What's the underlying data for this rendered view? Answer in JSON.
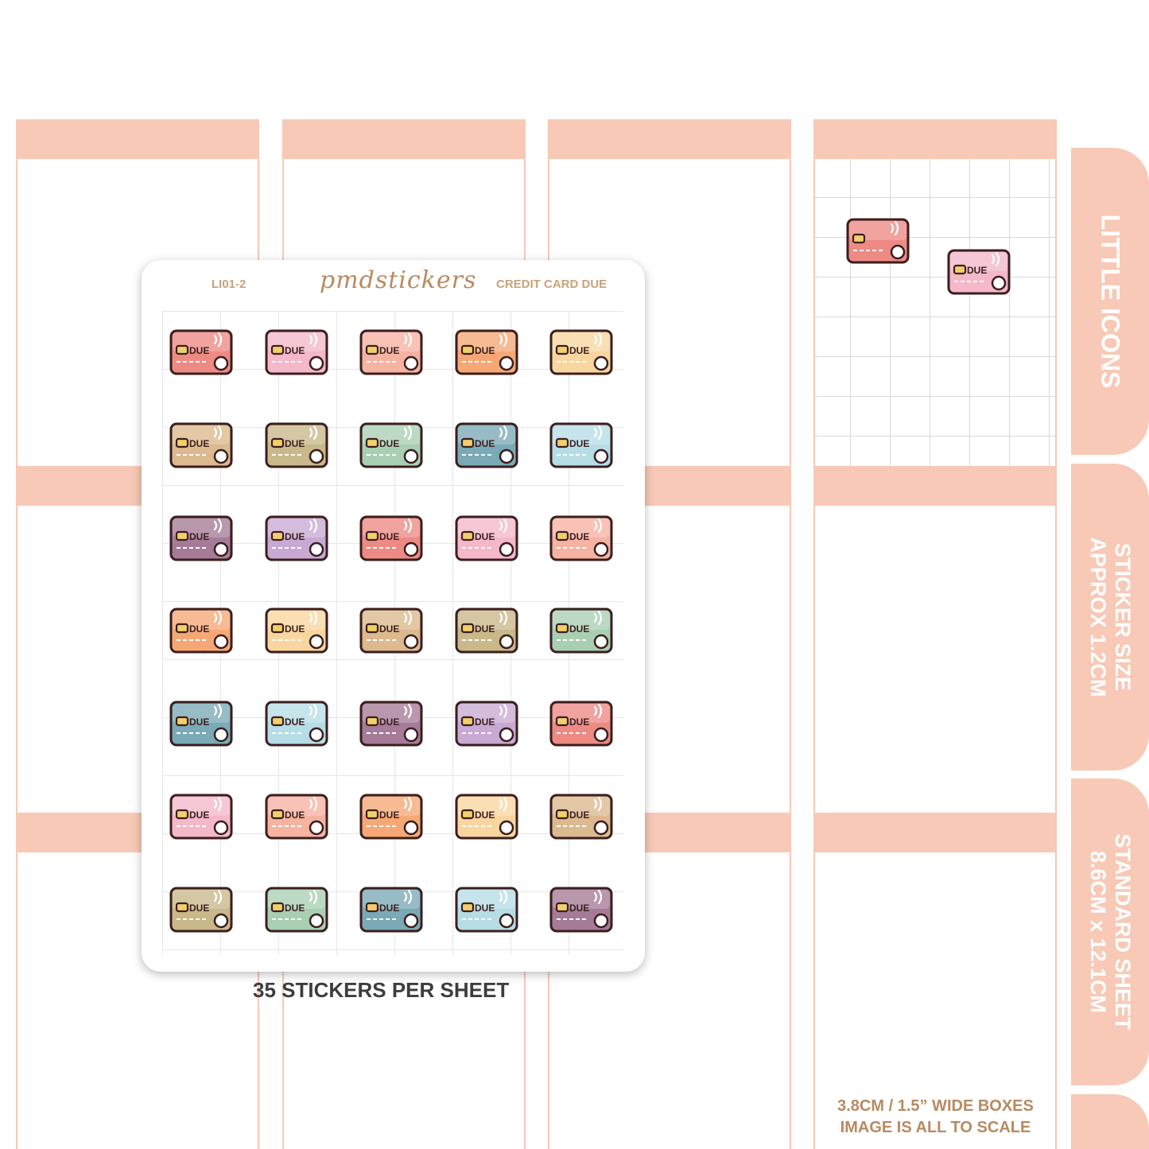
{
  "sheet": {
    "code": "LI01-2",
    "brand": "pmdstickers",
    "name": "CREDIT CARD DUE",
    "sticker_text": "DUE",
    "caption": "35 STICKERS PER SHEET"
  },
  "tabs": {
    "tab1": "LITTLE ICONS",
    "tab2_line1": "STICKER SIZE",
    "tab2_line2": "APPROX 1.2CM",
    "tab3_line1": "STANDARD SHEET",
    "tab3_line2": "8.6CM x 12.1CM"
  },
  "footer": {
    "line1": "3.8CM / 1.5” WIDE BOXES",
    "line2": "IMAGE IS ALL TO SCALE"
  },
  "colors": {
    "band": "#f8c9b6",
    "outline": "#3a1e1e",
    "chip": "#f2cf6a",
    "palette": [
      "#ee8a84",
      "#f4b8c8",
      "#f6b3a2",
      "#f5a876",
      "#f9d6a0",
      "#dcb98e",
      "#c9b889",
      "#a9cfb3",
      "#7aaab7",
      "#b6dde6",
      "#a67b97",
      "#c8a9d3"
    ]
  },
  "stickers": [
    {
      "color": "#ee8a84"
    },
    {
      "color": "#f4b8c8"
    },
    {
      "color": "#f6b3a2"
    },
    {
      "color": "#f5a876"
    },
    {
      "color": "#f9d6a0"
    },
    {
      "color": "#dcb98e"
    },
    {
      "color": "#c9b889"
    },
    {
      "color": "#a9cfb3"
    },
    {
      "color": "#7aaab7"
    },
    {
      "color": "#b6dde6"
    },
    {
      "color": "#a67b97"
    },
    {
      "color": "#c8a9d3"
    },
    {
      "color": "#ee8a84"
    },
    {
      "color": "#f4b8c8"
    },
    {
      "color": "#f6b3a2"
    },
    {
      "color": "#f5a876"
    },
    {
      "color": "#f9d6a0"
    },
    {
      "color": "#dcb98e"
    },
    {
      "color": "#c9b889"
    },
    {
      "color": "#a9cfb3"
    },
    {
      "color": "#7aaab7"
    },
    {
      "color": "#b6dde6"
    },
    {
      "color": "#a67b97"
    },
    {
      "color": "#c8a9d3"
    },
    {
      "color": "#ee8a84"
    },
    {
      "color": "#f4b8c8"
    },
    {
      "color": "#f6b3a2"
    },
    {
      "color": "#f5a876"
    },
    {
      "color": "#f9d6a0"
    },
    {
      "color": "#dcb98e"
    },
    {
      "color": "#c9b889"
    },
    {
      "color": "#a9cfb3"
    },
    {
      "color": "#7aaab7"
    },
    {
      "color": "#b6dde6"
    },
    {
      "color": "#a67b97"
    }
  ],
  "demo_stickers": [
    {
      "color": "#ee8a84",
      "show_text": false
    },
    {
      "color": "#f4b8c8",
      "show_text": true
    }
  ]
}
